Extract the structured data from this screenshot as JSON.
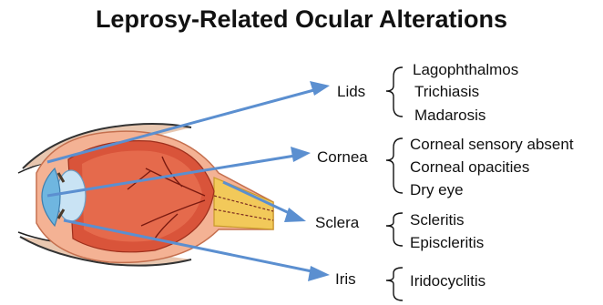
{
  "title": "Leprosy-Related Ocular Alterations",
  "groups": [
    {
      "label": "Lids",
      "items": [
        "Lagophthalmos",
        "Trichiasis",
        "Madarosis"
      ]
    },
    {
      "label": "Cornea",
      "items": [
        "Corneal sensory absent",
        "Corneal opacities",
        "Dry eye"
      ]
    },
    {
      "label": "Sclera",
      "items": [
        "Scleritis",
        "Episcleritis"
      ]
    },
    {
      "label": "Iris",
      "items": [
        "Iridocyclitis"
      ]
    }
  ],
  "colors": {
    "arrow": "#5b8fd0",
    "eye_red": "#d9543a",
    "sclera_peach": "#f4b294",
    "cornea_blue": "#6fb6e0",
    "optic_nerve": "#f2c95a"
  }
}
